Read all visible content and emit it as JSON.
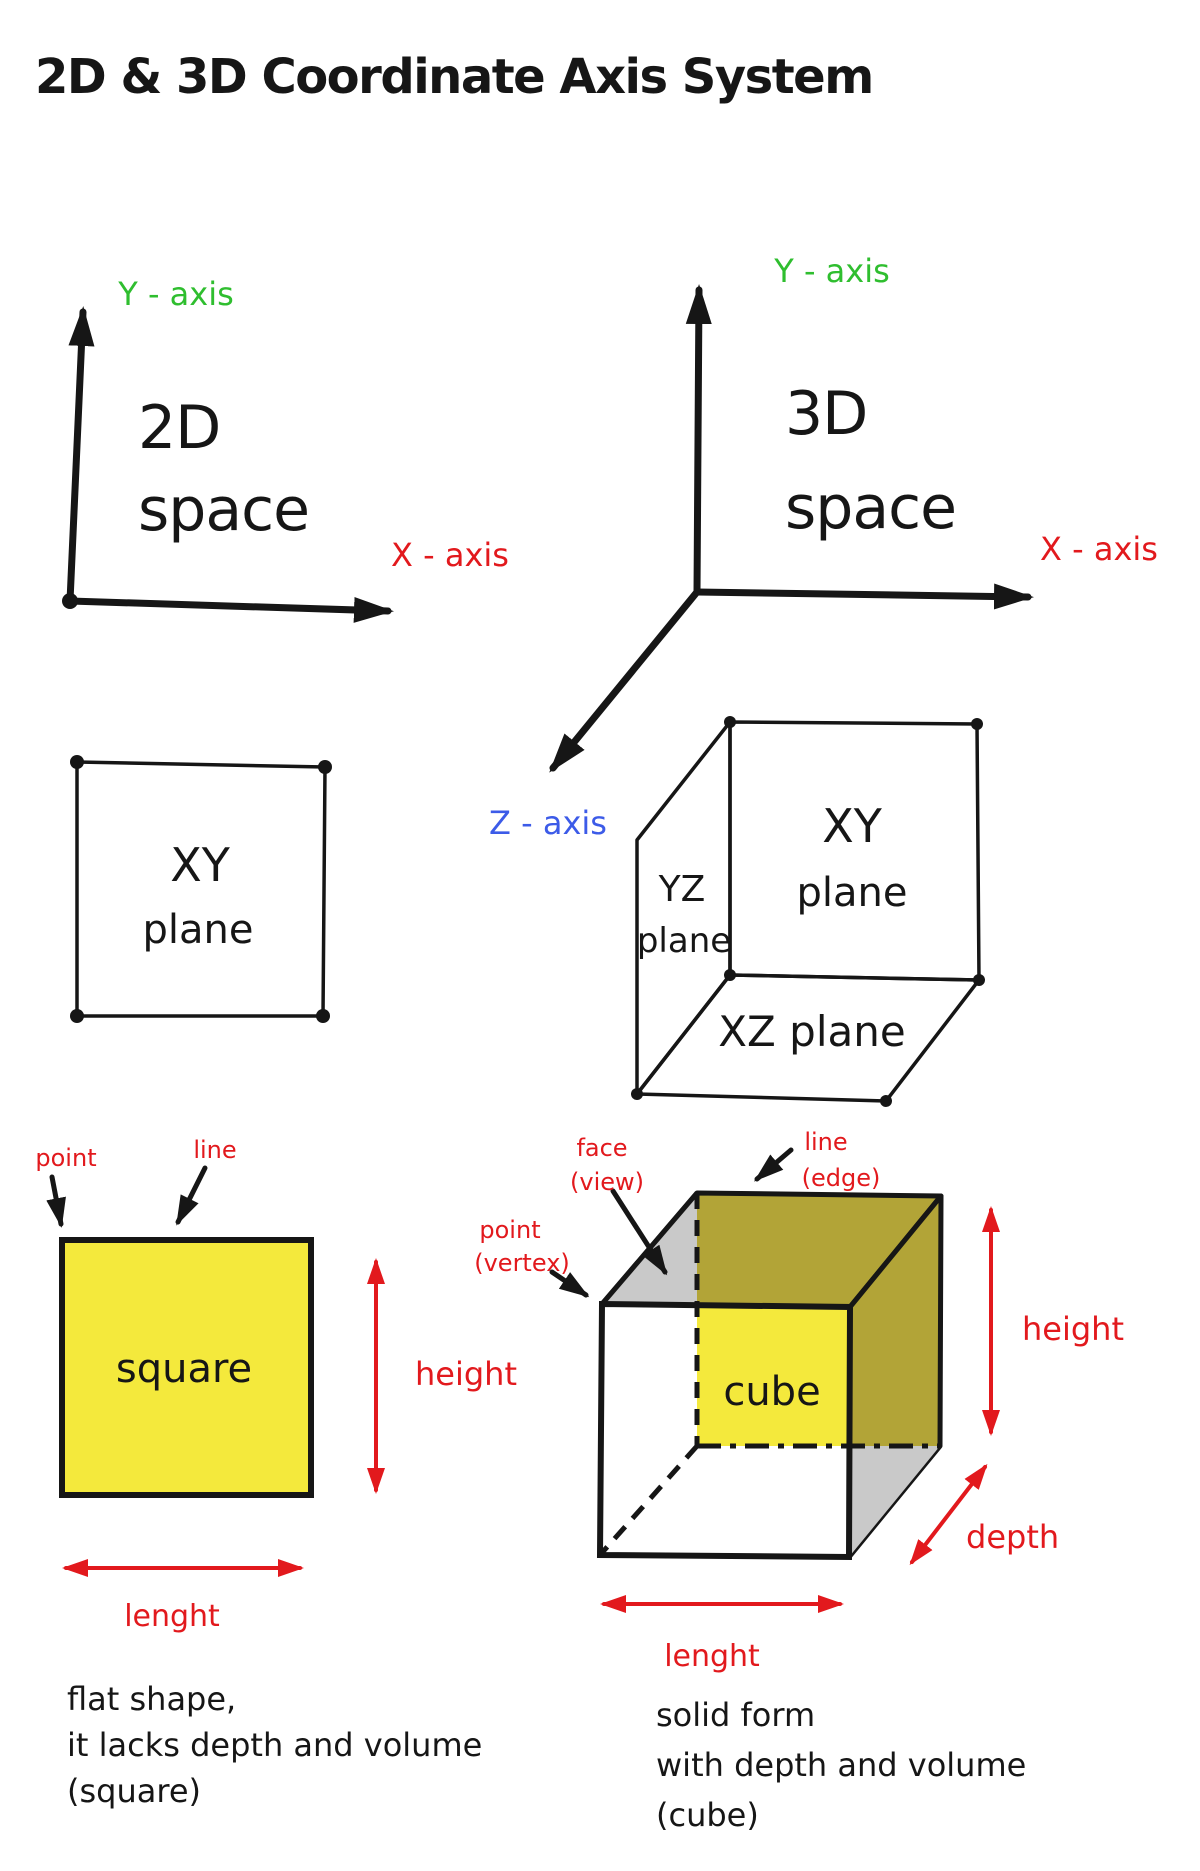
{
  "title": "2D & 3D Coordinate Axis System",
  "colors": {
    "ink": "#161616",
    "red": "#E2191D",
    "green": "#2FBE2F",
    "blue": "#3C5BE8",
    "yellow": "#F4E93C",
    "olive": "#B2A437",
    "gray": "#C9C9C9"
  },
  "axes_2d": {
    "heading_line1": "2D",
    "heading_line2": "space",
    "y_label": "Y - axis",
    "x_label": "X - axis"
  },
  "axes_3d": {
    "heading_line1": "3D",
    "heading_line2": "space",
    "y_label": "Y - axis",
    "x_label": "X - axis",
    "z_label": "Z - axis"
  },
  "plane_2d": {
    "line1": "XY",
    "line2": "plane"
  },
  "planes_3d": {
    "xy_line1": "XY",
    "xy_line2": "plane",
    "yz_line1": "YZ",
    "yz_line2": "plane",
    "xz": "XZ plane"
  },
  "square_fig": {
    "label": "square",
    "point": "point",
    "line": "line",
    "height": "height",
    "length": "lenght"
  },
  "cube_fig": {
    "label": "cube",
    "face_line1": "face",
    "face_line2": "(view)",
    "edge_line1": "line",
    "edge_line2": "(edge)",
    "vertex_line1": "point",
    "vertex_line2": "(vertex)",
    "height": "height",
    "depth": "depth",
    "length": "lenght"
  },
  "captions": {
    "square": [
      "flat shape,",
      "it lacks depth and volume",
      "(square)"
    ],
    "cube": [
      "solid form",
      "with depth and volume",
      "(cube)"
    ]
  }
}
